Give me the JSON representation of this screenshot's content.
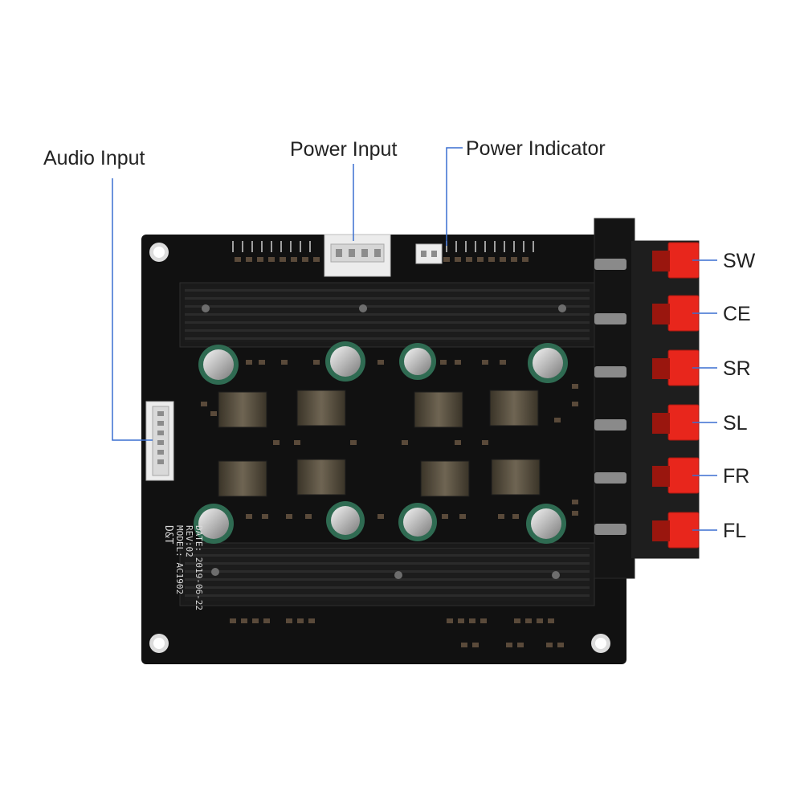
{
  "labels": {
    "audio_input": "Audio Input",
    "power_input": "Power Input",
    "power_indicator": "Power Indicator"
  },
  "outputs": [
    "SW",
    "CE",
    "SR",
    "SL",
    "FR",
    "FL"
  ],
  "silkscreen": {
    "brand": "D&T",
    "model": "MODEL: AC1902",
    "rev": "REV:02",
    "date": "DATE: 2019-06-22"
  },
  "colors": {
    "board": "#111111",
    "heatsink": "#1b1b1b",
    "terminal_red": "#e8261c",
    "leader_line": "#3a6fd0",
    "text": "#222222"
  }
}
